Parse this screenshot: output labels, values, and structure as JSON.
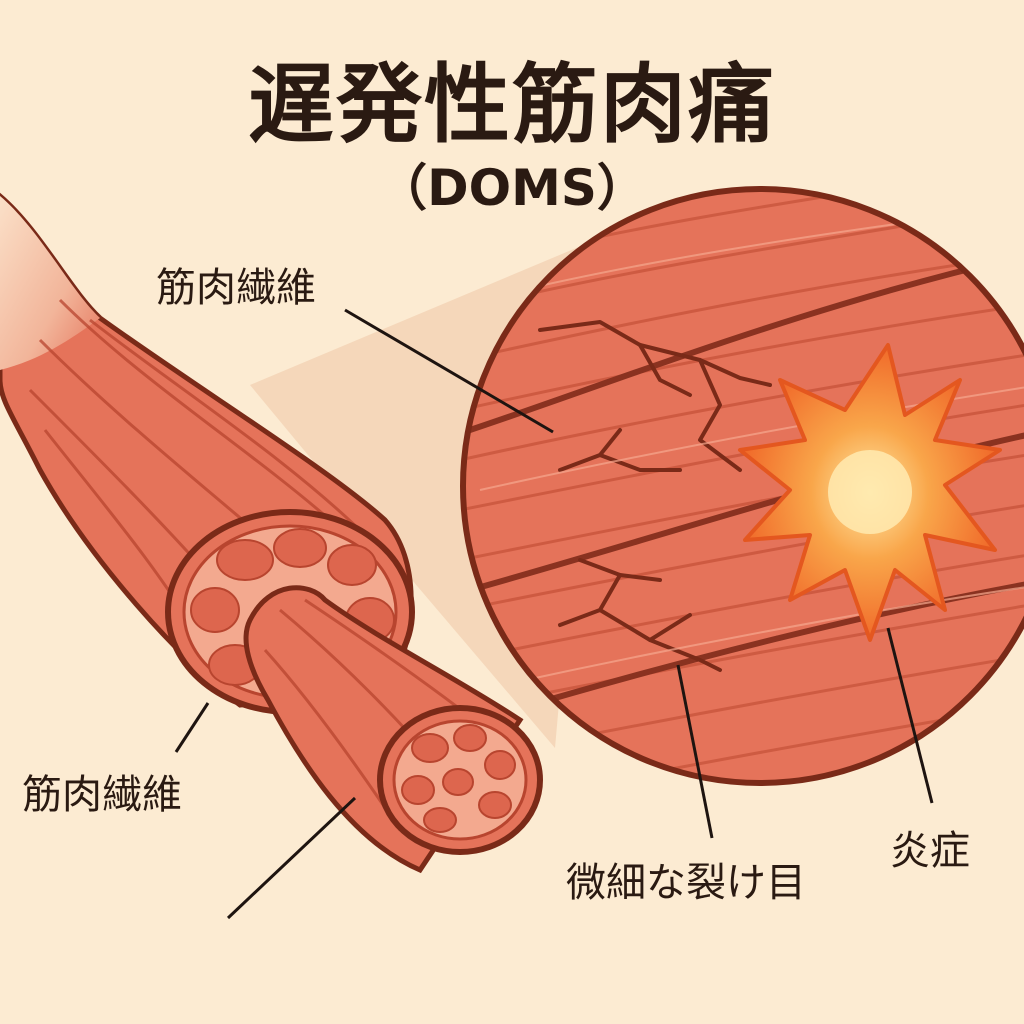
{
  "title": "遅発性筋肉痛",
  "subtitle": "（DOMS）",
  "labels": {
    "fiber_top": "筋肉繊維",
    "fiber_left": "筋肉繊維",
    "micro_tear": "微細な裂け目",
    "inflammation": "炎症"
  },
  "colors": {
    "background": "#fcebd2",
    "muscle": "#e5735a",
    "muscle_dark": "#b8452f",
    "outline": "#7a2a18",
    "inflammation": "#f06a2a"
  }
}
